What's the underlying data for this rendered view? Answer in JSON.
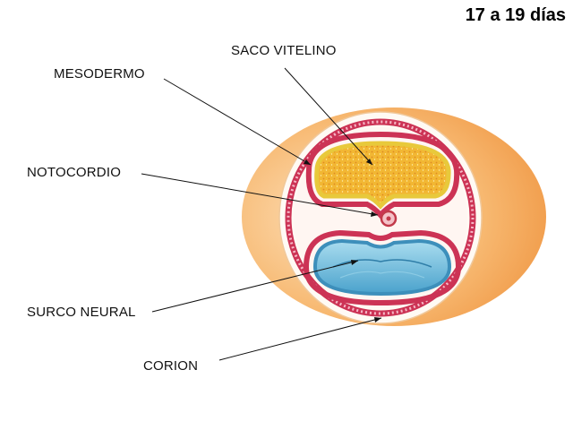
{
  "title": "17 a 19 días",
  "labels": {
    "saco_vitelino": "SACO VITELINO",
    "mesodermo": "MESODERMO",
    "notocordio": "NOTOCORDIO",
    "surco_neural": "SURCO NEURAL",
    "corion": "CORION"
  },
  "colors": {
    "corion": "#f2a45a",
    "mesodermo": "#cc3355",
    "saco_vitelino": "#f2b733",
    "endodermo": "#e8c93b",
    "surco_neural": "#6fb6d6",
    "ectodermo": "#3d8fbb",
    "notocordio": "#c23a4a"
  }
}
